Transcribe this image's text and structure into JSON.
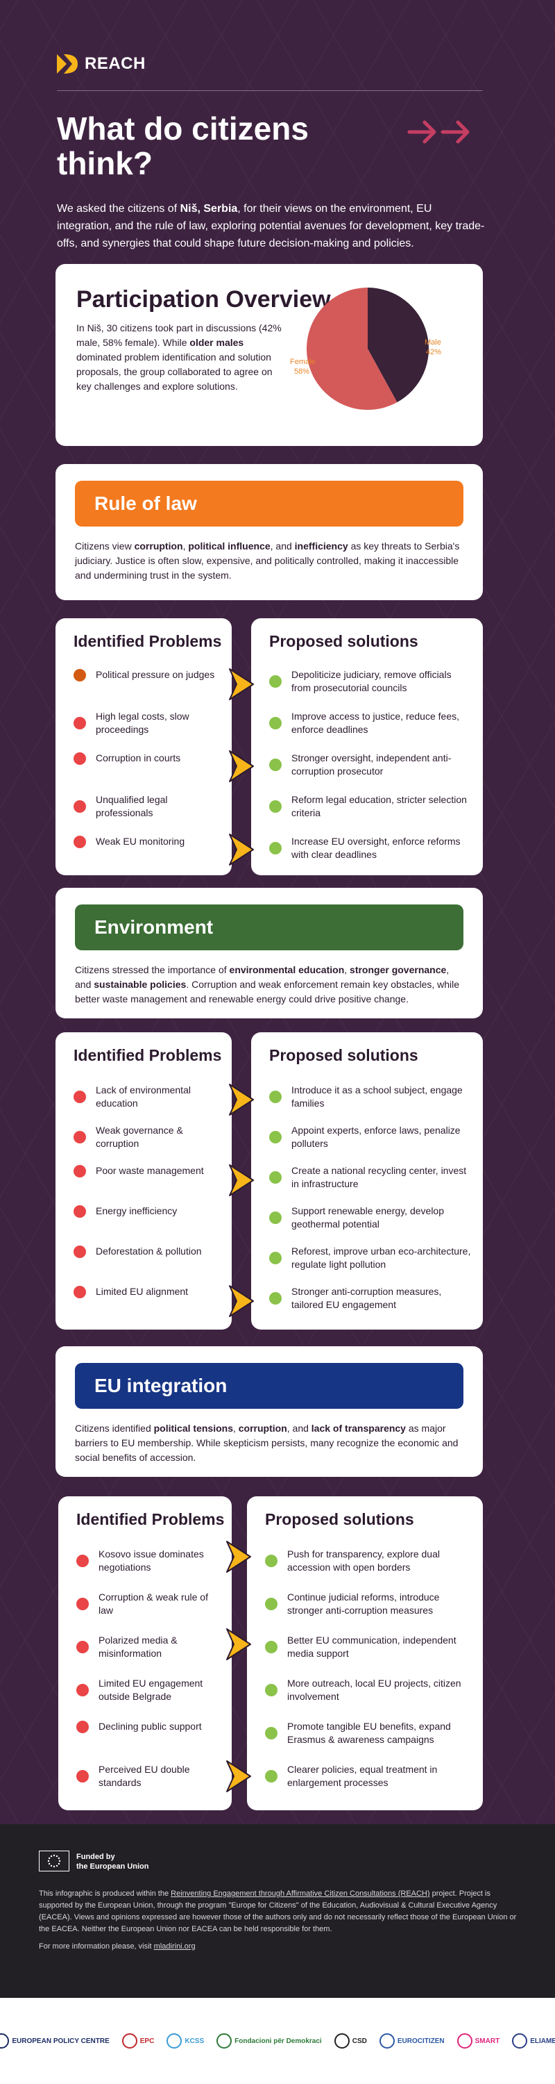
{
  "brand": {
    "name": "REACH"
  },
  "hero": {
    "title": "What do citizens think?",
    "intro_before": "We asked the citizens of ",
    "intro_bold": "Niš, Serbia",
    "intro_after": ", for their views on the environment, EU integration, and the rule of law, exploring potential avenues for development, key trade-offs, and synergies that could shape future decision-making and policies."
  },
  "participation": {
    "title": "Participation Overview",
    "text_1": "In Niš, 30 citizens took part in discussions (42% male, 58% female). While ",
    "text_bold": "older males",
    "text_2": " dominated problem identification and solution proposals, the group collaborated to agree on key challenges and explore solutions.",
    "male_label": "Male",
    "male_value": "42%",
    "female_label": "Female",
    "female_value": "58%"
  },
  "chart_data": {
    "type": "pie",
    "categories": [
      "Male",
      "Female"
    ],
    "values": [
      42,
      58
    ],
    "colors": [
      "#3a2238",
      "#d45a5a"
    ]
  },
  "rule_of_law": {
    "title": "Rule of law",
    "color": "#f47a1f",
    "desc": [
      {
        "t": "Citizens view ",
        "b": false
      },
      {
        "t": "corruption",
        "b": true
      },
      {
        "t": ", ",
        "b": false
      },
      {
        "t": "political influence",
        "b": true
      },
      {
        "t": ", and ",
        "b": false
      },
      {
        "t": "inefficiency",
        "b": true
      },
      {
        "t": " as key threats to Serbia's judiciary. Justice is often slow, expensive, and politically controlled, making it inaccessible and undermining trust in the system.",
        "b": false
      }
    ],
    "problems_title": "Identified Problems",
    "solutions_title": "Proposed solutions",
    "problems": [
      "Political pressure on judges",
      "High legal costs, slow proceedings",
      "Corruption in courts",
      "Unqualified legal professionals",
      "Weak EU monitoring"
    ],
    "solutions": [
      "Depoliticize judiciary, remove officials from prosecutorial councils",
      "Improve access to justice, reduce fees, enforce deadlines",
      "Stronger oversight, independent anti-corruption prosecutor",
      "Reform legal education, stricter selection criteria",
      "Increase EU oversight, enforce reforms with clear deadlines"
    ]
  },
  "environment": {
    "title": "Environment",
    "color": "#3c6e35",
    "desc": [
      {
        "t": "Citizens stressed the importance of ",
        "b": false
      },
      {
        "t": "environmental education",
        "b": true
      },
      {
        "t": ", ",
        "b": false
      },
      {
        "t": "stronger governance",
        "b": true
      },
      {
        "t": ", and ",
        "b": false
      },
      {
        "t": "sustainable policies",
        "b": true
      },
      {
        "t": ". Corruption and weak enforcement remain key obstacles, while better waste management and renewable energy could drive positive change.",
        "b": false
      }
    ],
    "problems_title": "Identified Problems",
    "solutions_title": "Proposed solutions",
    "problems": [
      "Lack of environmental education",
      "Weak governance & corruption",
      "Poor waste management",
      "Energy inefficiency",
      "Deforestation & pollution",
      "Limited EU alignment"
    ],
    "solutions": [
      "Introduce it as a school subject, engage families",
      "Appoint experts, enforce laws, penalize polluters",
      "Create a national recycling center, invest in infrastructure",
      "Support renewable energy, develop geothermal potential",
      "Reforest, improve urban eco-architecture, regulate light pollution",
      "Stronger anti-corruption measures, tailored EU engagement"
    ]
  },
  "eu_integration": {
    "title": "EU integration",
    "color": "#173585",
    "desc": [
      {
        "t": "Citizens identified ",
        "b": false
      },
      {
        "t": "political tensions",
        "b": true
      },
      {
        "t": ", ",
        "b": false
      },
      {
        "t": "corruption",
        "b": true
      },
      {
        "t": ", and ",
        "b": false
      },
      {
        "t": "lack of transparency",
        "b": true
      },
      {
        "t": " as major barriers to EU membership. While skepticism persists, many recognize the economic and social benefits of accession.",
        "b": false
      }
    ],
    "problems_title": "Identified Problems",
    "solutions_title": "Proposed solutions",
    "problems": [
      "Kosovo issue dominates negotiations",
      "Corruption & weak rule of law",
      "Polarized media & misinformation",
      "Limited EU engagement outside Belgrade",
      "Declining public support",
      "Perceived EU double standards"
    ],
    "solutions": [
      "Push for transparency, explore dual accession with open borders",
      "Continue judicial reforms, introduce stronger anti-corruption measures",
      "Better EU communication, independent media support",
      "More outreach, local EU projects, citizen involvement",
      "Promote tangible EU benefits, expand Erasmus & awareness campaigns",
      "Clearer policies, equal treatment in enlargement processes"
    ]
  },
  "colors": {
    "problem_dot": "#e94446",
    "problem_dot_first": "#d35a13",
    "solution_dot": "#8bc24a",
    "chevron": "#f8b51a"
  },
  "footer": {
    "funded_1": "Funded by",
    "funded_2": "the European Union",
    "text_1": "This infographic is produced within the ",
    "text_link": "Reinventing Engagement through Affirmative Citizen Consultations (REACH)",
    "text_2": " project. Project is supported by the European Union, through the program \"Europe for Citizens\" of the Education, Audiovisual & Cultural Executive Agency (EACEA). Views and opinions expressed are however those of the authors only and do not necessarily reflect those of the European Union or the EACEA. Neither the European Union nor EACEA can be held responsible for them.",
    "more_text": "For more information please, visit ",
    "more_link": "mladirini.org"
  },
  "partners": [
    "EUROPEAN POLICY CENTRE",
    "EPC",
    "KCSS",
    "Fondacioni për Demokraci",
    "CSD",
    "EUROCITIZEN",
    "SMART",
    "ELIAMEP"
  ]
}
